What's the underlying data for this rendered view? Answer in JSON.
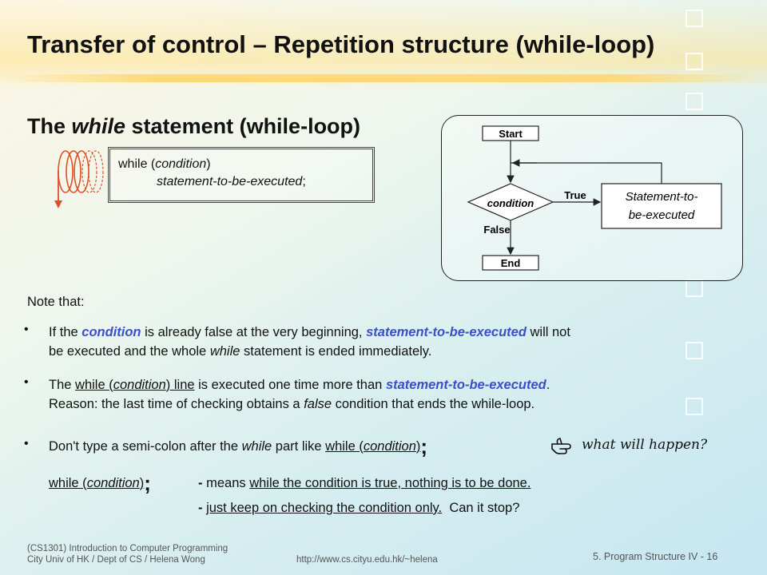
{
  "slide": {
    "title": "Transfer of control – Repetition structure (while-loop)"
  },
  "section": {
    "prefix": "The ",
    "keyword": "while",
    "suffix": " statement (while-loop)"
  },
  "code_box": {
    "line1_keyword": "while (",
    "line1_condition": "condition",
    "line1_close": ")",
    "line2_statement": "statement-to-be-executed",
    "line2_end": ";"
  },
  "flowchart": {
    "start_label": "Start",
    "condition_label": "condition",
    "true_label": "True",
    "false_label": "False",
    "statement_line1": "Statement-to-",
    "statement_line2": "be-executed",
    "end_label": "End"
  },
  "notes": {
    "intro": "Note that:",
    "bullet_char": "•",
    "b1_part1": "If the ",
    "b1_cond": "condition",
    "b1_part2": " is already false at the very beginning, ",
    "b1_stmt": "statement-to-be-executed",
    "b1_part3": " will not",
    "b1_line2_part1": "be executed and the whole ",
    "b1_line2_while": "while",
    "b1_line2_part2": " statement is ended immediately.",
    "b2_part1": "The ",
    "b2_u1": "while (",
    "b2_u_cond": "condition",
    "b2_u2": ") line",
    "b2_part2": " is executed one time more than ",
    "b2_stmt": "statement-to-be-executed",
    "b2_part3": ".",
    "b2_line2_part1": "Reason: the last time of checking obtains a ",
    "b2_line2_false": "false",
    "b2_line2_part2": " condition that ends the while-loop.",
    "b3_part1": "Don't type a semi-colon after the ",
    "b3_while": "while",
    "b3_part2": " part like ",
    "b3_u1": "while (",
    "b3_u_cond": "condition",
    "b3_u2": ")",
    "b3_semi": ";",
    "b3_question": "what will happen?",
    "sub_u1": "while (",
    "sub_u_cond": "condition",
    "sub_u2": ")",
    "sub_semi": ";",
    "sub_dash1": "- ",
    "sub_means": "means ",
    "sub_means_u": "while the condition is true, nothing is to be done.",
    "sub_dash2": "- ",
    "sub_keep_u": "just keep on checking the condition only.",
    "sub_stop": "  Can it stop?"
  },
  "footer": {
    "course_line1": "(CS1301) Introduction to Computer Programming",
    "course_line2": "City Univ of HK / Dept of CS / Helena Wong",
    "url": "http://www.cs.cityu.edu.hk/~helena",
    "page": "5. Program Structure IV - 16"
  },
  "icons": {
    "loop_icon": "spiral-loop-arrow",
    "pointing_hand": "pointing-hand-icon"
  },
  "colors": {
    "accent_blue": "#3b4fc8",
    "loop_red": "#e0502a"
  }
}
